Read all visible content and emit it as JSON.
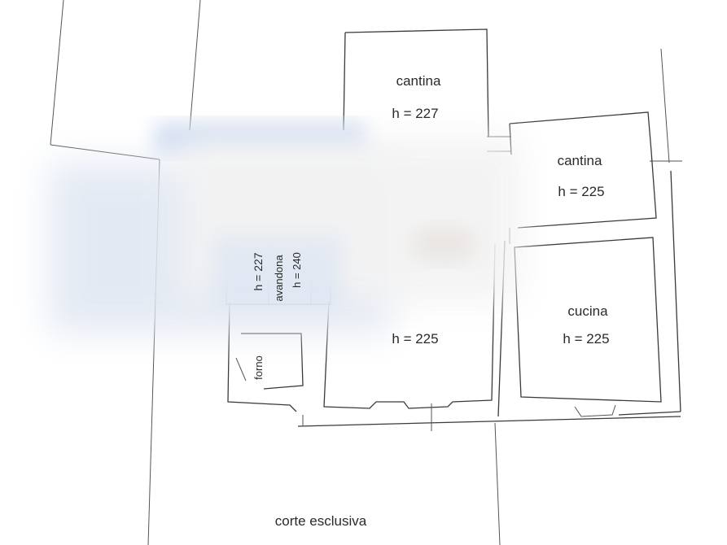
{
  "plan": {
    "rooms": [
      {
        "id": "cantina-top",
        "name": "cantina",
        "height": "h = 227"
      },
      {
        "id": "cantina-right",
        "name": "cantina",
        "height": "h = 225"
      },
      {
        "id": "cucina",
        "name": "cucina",
        "height": "h = 225"
      },
      {
        "id": "center-room",
        "name": "",
        "height": "h = 225"
      },
      {
        "id": "small-room-a",
        "name": "",
        "height": "h = 227"
      },
      {
        "id": "small-room-b",
        "name": "avandona",
        "height": "h = 240"
      },
      {
        "id": "forno",
        "name": "forno",
        "height": ""
      }
    ],
    "outdoor_label": "corte esclusiva"
  },
  "colors": {
    "wall": "#3a3a3a",
    "blur_blue": "#c8d6ee",
    "background": "#ffffff"
  }
}
